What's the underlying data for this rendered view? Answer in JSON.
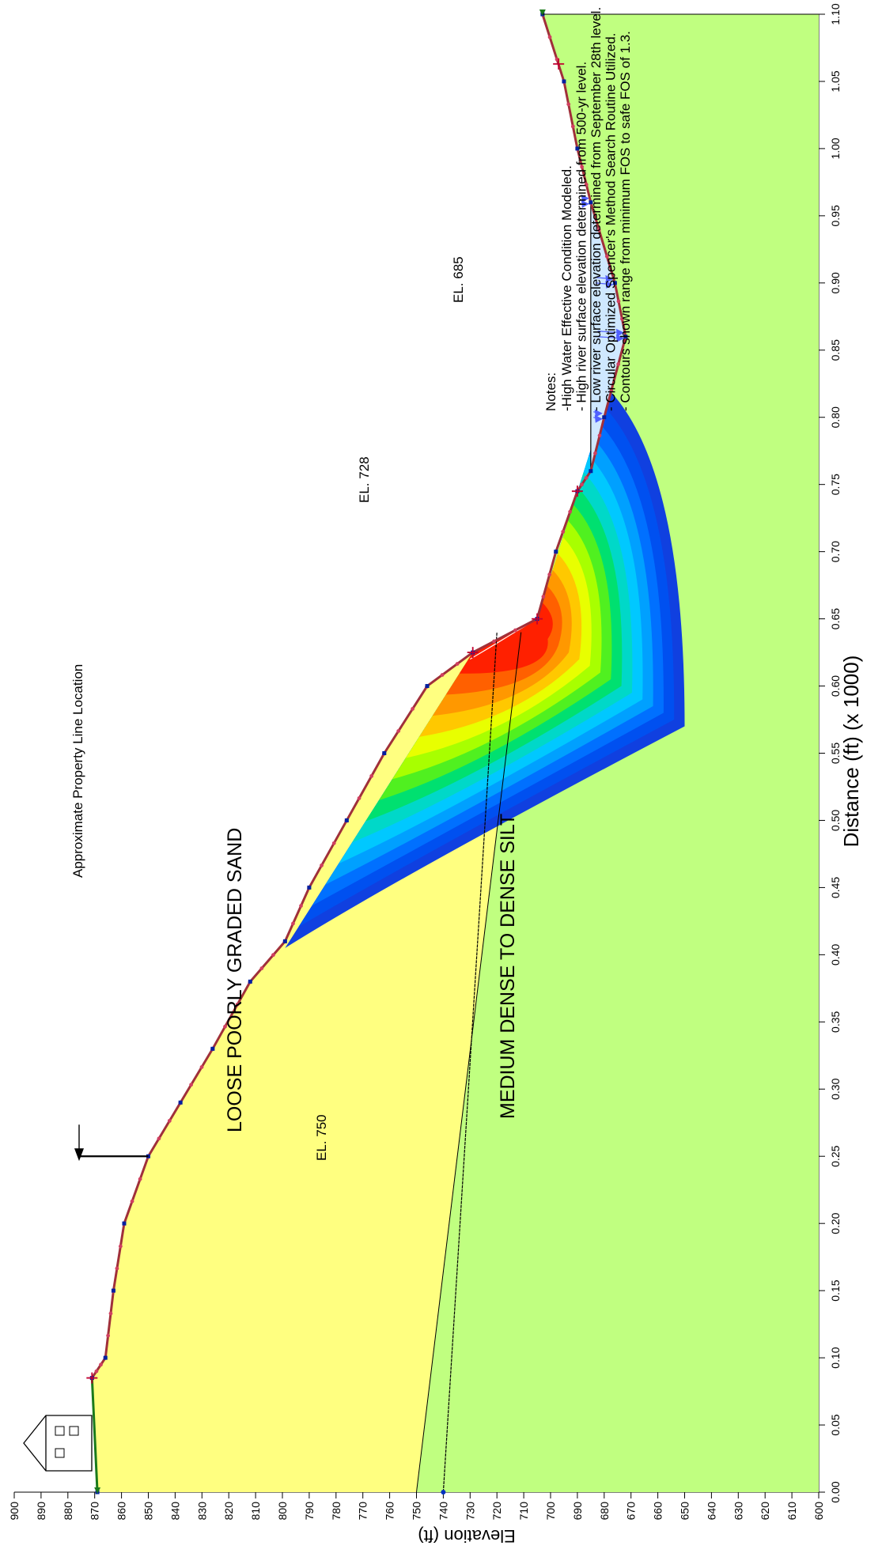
{
  "figure": {
    "property_line_label": "Approximate Property Line Location",
    "layer_top": "LOOSE POORLY GRADED SAND",
    "layer_bottom": "MEDIUM DENSE TO DENSE SILT",
    "el_750": "EL. 750",
    "el_728": "EL. 728",
    "el_685": "EL. 685",
    "notes_title": "Notes:",
    "notes": [
      "-High Water Effective Condition Modeled.",
      "- High river surface elevation determined from 500-yr  level.",
      "- Low river surface elevation determined from September 28th level.",
      "- Circular Optimized Spencer's Method Search Routine Utilized.",
      "- Contours shown range from minimum FOS to safe FOS of 1.3."
    ]
  },
  "chart_data": {
    "type": "diagram",
    "xlabel": "Elevation (ft)",
    "ylabel": "Distance (ft) (x  1000)",
    "elevation_ticks": [
      "900",
      "890",
      "880",
      "870",
      "860",
      "850",
      "840",
      "830",
      "820",
      "810",
      "800",
      "790",
      "780",
      "770",
      "760",
      "750",
      "740",
      "730",
      "720",
      "710",
      "700",
      "690",
      "680",
      "670",
      "660",
      "650",
      "640",
      "630",
      "620",
      "610",
      "600"
    ],
    "distance_ticks": [
      "0.00",
      "0.05",
      "0.10",
      "0.15",
      "0.20",
      "0.25",
      "0.30",
      "0.35",
      "0.40",
      "0.45",
      "0.50",
      "0.55",
      "0.60",
      "0.65",
      "0.70",
      "0.75",
      "0.80",
      "0.85",
      "0.90",
      "0.95",
      "1.00",
      "1.05",
      "1.10"
    ],
    "elevation_range": [
      600,
      900
    ],
    "distance_range": [
      0.0,
      1.1
    ],
    "ground_surface": [
      [
        0.0,
        869
      ],
      [
        0.085,
        871
      ],
      [
        0.1,
        866
      ],
      [
        0.15,
        863
      ],
      [
        0.2,
        859
      ],
      [
        0.25,
        850
      ],
      [
        0.29,
        838
      ],
      [
        0.33,
        826
      ],
      [
        0.38,
        812
      ],
      [
        0.41,
        799
      ],
      [
        0.45,
        790
      ],
      [
        0.5,
        776
      ],
      [
        0.55,
        762
      ],
      [
        0.6,
        746
      ],
      [
        0.625,
        729
      ],
      [
        0.65,
        705
      ],
      [
        0.7,
        698
      ],
      [
        0.745,
        690
      ],
      [
        0.76,
        685
      ],
      [
        0.8,
        680
      ],
      [
        0.86,
        672
      ],
      [
        0.9,
        676
      ],
      [
        0.96,
        685
      ],
      [
        1.0,
        690
      ],
      [
        1.05,
        695
      ],
      [
        1.1,
        703
      ]
    ],
    "material_boundary": [
      [
        0.0,
        750
      ],
      [
        0.64,
        711
      ]
    ],
    "phreatic_line": [
      [
        0.0,
        740
      ],
      [
        0.64,
        720
      ]
    ],
    "water_levels": [
      {
        "label": "EL. 685",
        "elevation": 685,
        "from": 0.76,
        "to": 0.96
      }
    ],
    "annotations": [
      {
        "text": "EL. 750",
        "distance": 0.0,
        "elevation": 750
      },
      {
        "text": "EL. 728",
        "distance": 0.625,
        "elevation": 728
      },
      {
        "text": "EL. 685",
        "distance": 0.82,
        "elevation": 685
      }
    ],
    "colors": {
      "sand": "#ffff80",
      "silt": "#c0ff80",
      "water": "#cfe8ff",
      "ground_line": "#a0303a",
      "contours": [
        "#ff2000",
        "#ff6000",
        "#ff9800",
        "#ffc800",
        "#e8ff00",
        "#a8ff00",
        "#50f020",
        "#00e070",
        "#00d8c8",
        "#00c8ff",
        "#00a0ff",
        "#0070ff",
        "#0050f0",
        "#1040e0"
      ]
    }
  }
}
